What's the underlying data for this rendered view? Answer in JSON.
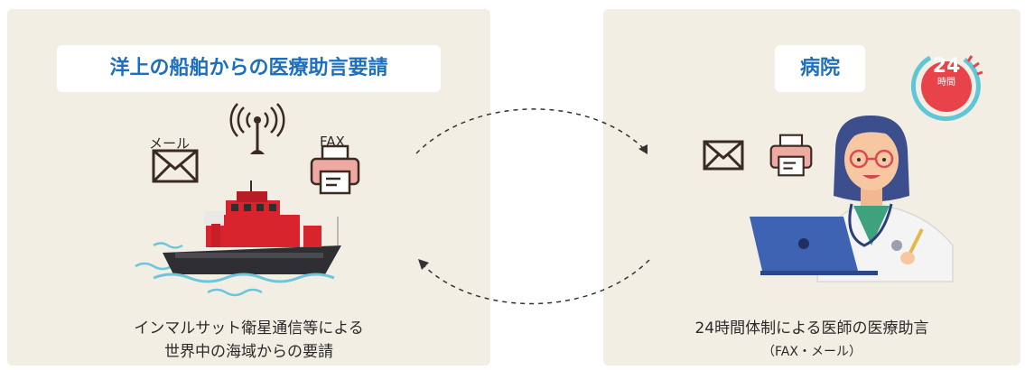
{
  "left": {
    "title": "洋上の船舶からの医療助言要請",
    "mail_label": "メール",
    "fax_label": "FAX",
    "caption_line1": "インマルサット衛星通信等による",
    "caption_line2": "世界中の海域からの要請"
  },
  "right": {
    "title": "病院",
    "badge_number": "24",
    "badge_unit": "時間",
    "caption_line1": "24時間体制による医師の医療助言",
    "caption_line2": "（FAX・メール）"
  },
  "colors": {
    "panel_bg": "#f2eee3",
    "title_text": "#1d6fbf",
    "badge_red": "#e8434b",
    "badge_ring": "#5ec6d6",
    "ship_red": "#d8252d",
    "laptop_blue": "#3f63b3"
  },
  "icons": [
    "mail-icon",
    "antenna-icon",
    "fax-icon",
    "ship-illustration",
    "clock-24-badge-icon",
    "doctor-illustration",
    "laptop-icon"
  ]
}
